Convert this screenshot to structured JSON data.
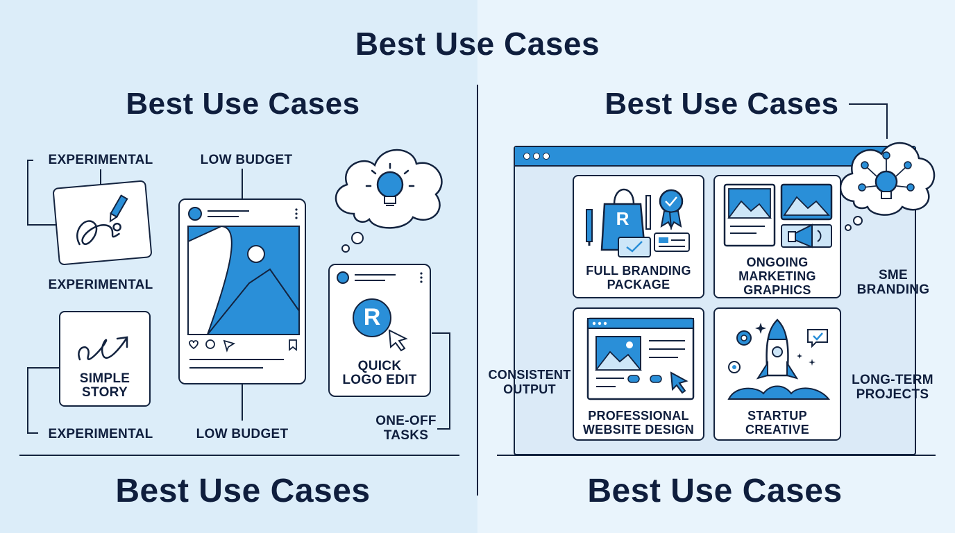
{
  "header": {
    "title": "Best Use Cases"
  },
  "left": {
    "title": "Best Use Cases",
    "footer": "Best Use Cases",
    "labels": {
      "experimental_top": "EXPERIMENTAL",
      "experimental_mid": "EXPERIMENTAL",
      "experimental_bottom": "EXPERIMENTAL",
      "low_budget_top": "LOW BUDGET",
      "low_budget_bottom": "LOW BUDGET",
      "one_off_line1": "ONE-OFF",
      "one_off_line2": "TASKS"
    },
    "cards": {
      "simple_story_line1": "SIMPLE",
      "simple_story_line2": "STORY",
      "quick_logo_line1": "QUICK",
      "quick_logo_line2": "LOGO EDIT",
      "logo_letter": "R"
    }
  },
  "right": {
    "title": "Best Use Cases",
    "footer": "Best Use Cases",
    "cards": {
      "full_branding_line1": "FULL BRANDING",
      "full_branding_line2": "PACKAGE",
      "marketing_line1": "ONGOING",
      "marketing_line2": "MARKETING",
      "marketing_line3": "GRAPHICS",
      "website_line1": "PROFESSIONAL",
      "website_line2": "WEBSITE DESIGN",
      "startup_line1": "STARTUP",
      "startup_line2": "CREATIVE",
      "bag_letter": "R"
    },
    "labels": {
      "consistent_line1": "CONSISTENT",
      "consistent_line2": "OUTPUT",
      "sme_line1": "SME",
      "sme_line2": "BRANDING",
      "long_term_line1": "LONG-TERM",
      "long_term_line2": "PROJECTS"
    }
  },
  "colors": {
    "accent": "#2a8fd8",
    "accent_light": "#cde6f8",
    "ink": "#13233f",
    "bg_left": "#dcedf9",
    "bg_right": "#e9f4fc"
  }
}
